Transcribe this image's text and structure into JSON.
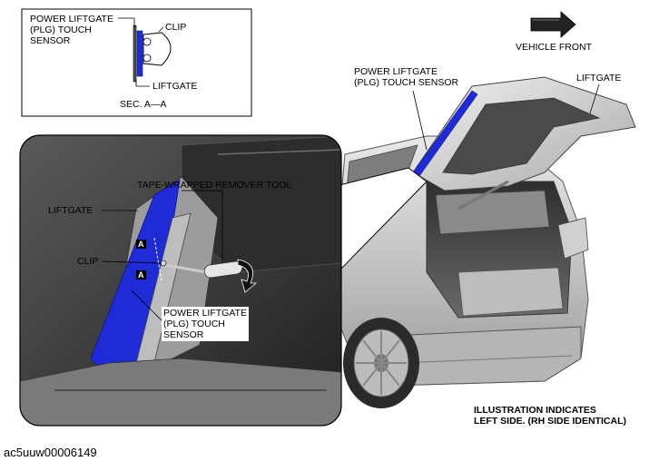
{
  "section_inset": {
    "label_sensor": "POWER LIFTGATE\n(PLG) TOUCH\nSENSOR",
    "label_clip": "CLIP",
    "label_liftgate": "LIFTGATE",
    "label_section": "SEC. A—A"
  },
  "vehicle_front": {
    "label": "VEHICLE FRONT",
    "icon": "arrow-right-icon"
  },
  "main_view": {
    "label_sensor": "POWER LIFTGATE\n(PLG) TOUCH SENSOR",
    "label_liftgate": "LIFTGATE"
  },
  "detail_view": {
    "label_tool": "TAPE-WRAPPED REMOVER TOOL",
    "label_liftgate": "LIFTGATE",
    "label_clip": "CLIP",
    "label_sensor": "POWER LIFTGATE\n(PLG) TOUCH\nSENSOR",
    "marker_a_top": "A",
    "marker_a_bottom": "A"
  },
  "note": "ILLUSTRATION INDICATES\nLEFT SIDE. (RH SIDE IDENTICAL)",
  "figure_code": "ac5uuw00006149",
  "colors": {
    "sensor_blue": "#1e2bd6",
    "body_grey": "#c9c9c9",
    "dark_grey": "#3a3a3a",
    "line": "#000000"
  }
}
